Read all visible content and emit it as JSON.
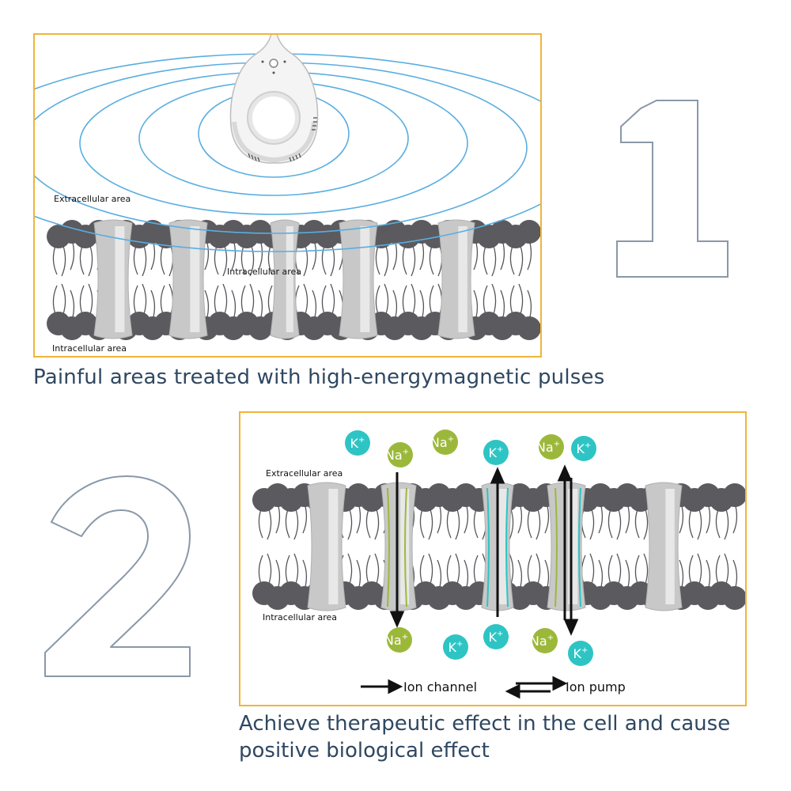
{
  "step1": {
    "number": "1",
    "extracellular_label": "Extracellular area",
    "intracellular_label_inner": "Intracellular area",
    "intracellular_label_bottom": "Intracellular area",
    "caption": "Painful areas treated with high-energymagnetic pulses"
  },
  "step2": {
    "number": "2",
    "extracellular_label": "Extracellular area",
    "intracellular_label": "Intracellular area",
    "ions": {
      "k": "K+",
      "na": "Na+"
    },
    "legend": {
      "ion_channel": "Ion channel",
      "ion_pump": "Ion pump"
    },
    "caption_line1": "Achieve therapeutic effect in the cell and cause",
    "caption_line2": "positive biological effect"
  },
  "colors": {
    "panel_border": "#f0b43c",
    "wave": "#5aaee0",
    "k_ion": "#2ec4c4",
    "na_ion": "#9cb83a",
    "lipid_head": "#5a5a5f",
    "protein": "#c8c8c8",
    "caption": "#2f4761",
    "big_number_outline": "#8a98a8"
  }
}
